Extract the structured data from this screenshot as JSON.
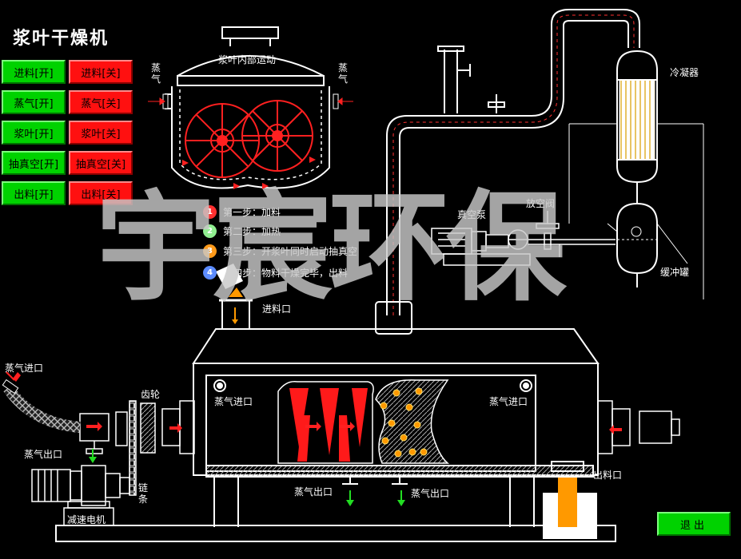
{
  "title": "浆叶干燥机",
  "controls": [
    {
      "open": "进料[开]",
      "close": "进料[关]"
    },
    {
      "open": "蒸气[开]",
      "close": "蒸气[关]"
    },
    {
      "open": "浆叶[开]",
      "close": "浆叶[关]"
    },
    {
      "open": "抽真空[开]",
      "close": "抽真空[关]"
    },
    {
      "open": "出料[开]",
      "close": "出料[关]"
    }
  ],
  "labels": {
    "inner_motion": "浆叶内部运动",
    "steam_left": "蒸气",
    "steam_right": "蒸气",
    "condenser": "冷凝器",
    "vacuum_pump": "真空泵",
    "vent_valve": "放空阀",
    "buffer_tank": "缓冲罐",
    "feed_port": "进料口",
    "steam_inlet_left": "蒸气进口",
    "steam_outlet_left": "蒸气出口",
    "gear": "齿轮",
    "chain": "链条",
    "motor": "减速电机",
    "steam_inlet_inner_left": "蒸气进口",
    "steam_inlet_inner_right": "蒸气进口",
    "steam_outlet_bottom_1": "蒸气出口",
    "steam_outlet_bottom_2": "蒸气出口",
    "discharge_port": "出料口"
  },
  "steps": [
    {
      "num": "1",
      "text": "第一步：加料",
      "color": "#ff3030"
    },
    {
      "num": "2",
      "text": "第二步：加热",
      "color": "#90ee90"
    },
    {
      "num": "3",
      "text": "第三步：开浆叶同时启动抽真空",
      "color": "#ff9a1a"
    },
    {
      "num": "4",
      "text": "第四步：物料干燥完毕，出料",
      "color": "#5c8cff"
    }
  ],
  "watermark": "宇宸环保",
  "exit_label": "退出",
  "colors": {
    "accent_green": "#00d200",
    "accent_red": "#ff1010",
    "orange": "#ff9900",
    "arrow_red": "#ff2020",
    "arrow_green": "#22dd22"
  }
}
